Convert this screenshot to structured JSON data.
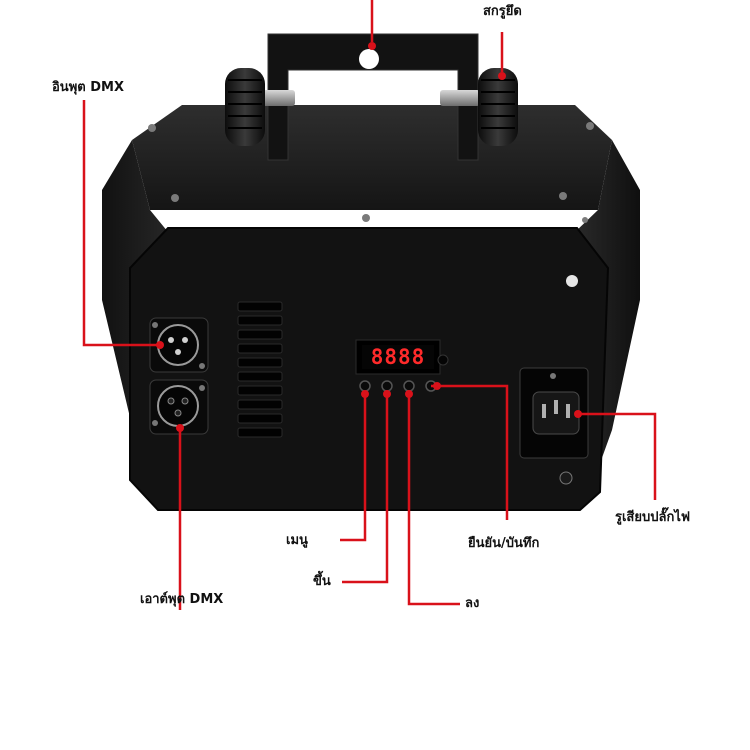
{
  "labels": {
    "mount_screw": "สกรูยึด",
    "dmx_in": "อินพุต DMX",
    "dmx_out": "เอาต์พุต DMX",
    "menu": "เมนู",
    "up": "ขึ้น",
    "down": "ลง",
    "enter": "ยืนยัน/บันทึก",
    "power_socket": "รูเสียบปลั๊กไฟ"
  },
  "display": {
    "readout": "8888"
  },
  "colors": {
    "callout": "#d9111a",
    "body": "#1a1a1a",
    "panel": "#0e0e0e",
    "led": "#ff2a2a"
  },
  "icons": [
    "knob-icon",
    "xlr-connector-icon",
    "power-socket-icon",
    "button-icon"
  ]
}
